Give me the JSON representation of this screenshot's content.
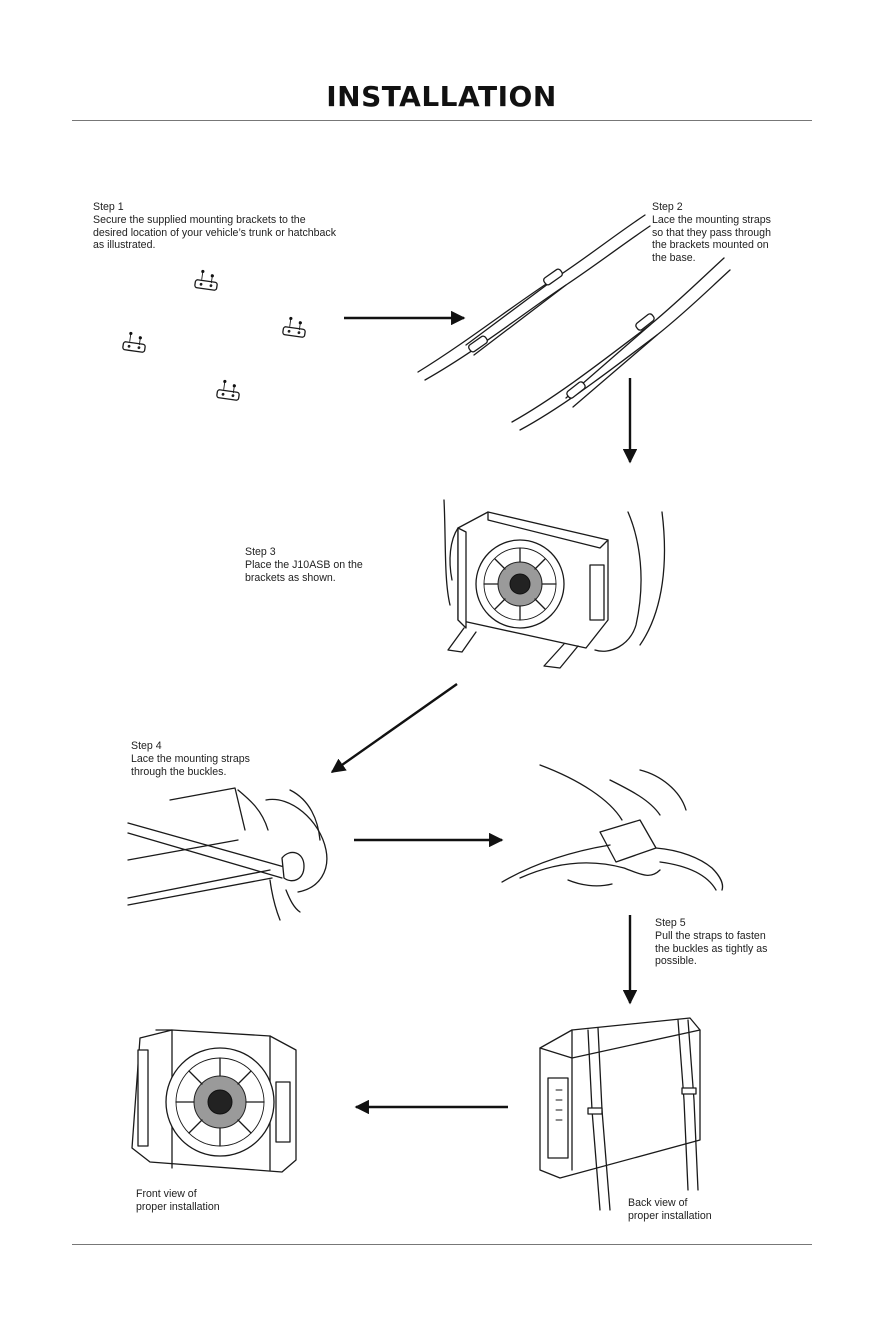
{
  "page": {
    "title": "INSTALLATION"
  },
  "steps": [
    {
      "label": "Step 1",
      "lines": [
        "Secure the supplied mounting brackets to the",
        "desired location of your vehicle’s trunk or hatchback",
        "as illustrated."
      ]
    },
    {
      "label": "Step 2",
      "lines": [
        "Lace the mounting straps",
        "so that they pass through",
        "the brackets mounted on",
        "the base."
      ]
    },
    {
      "label": "Step 3",
      "lines": [
        "Place the J10ASB on the",
        "brackets as shown."
      ]
    },
    {
      "label": "Step 4",
      "lines": [
        "Lace the mounting straps",
        "through the buckles."
      ]
    },
    {
      "label": "Step 5",
      "lines": [
        "Pull the straps to fasten",
        "the buckles as tightly as",
        "possible."
      ]
    }
  ],
  "views": {
    "front": [
      "Front view of",
      "proper installation"
    ],
    "back": [
      "Back view of",
      "proper installation"
    ]
  }
}
